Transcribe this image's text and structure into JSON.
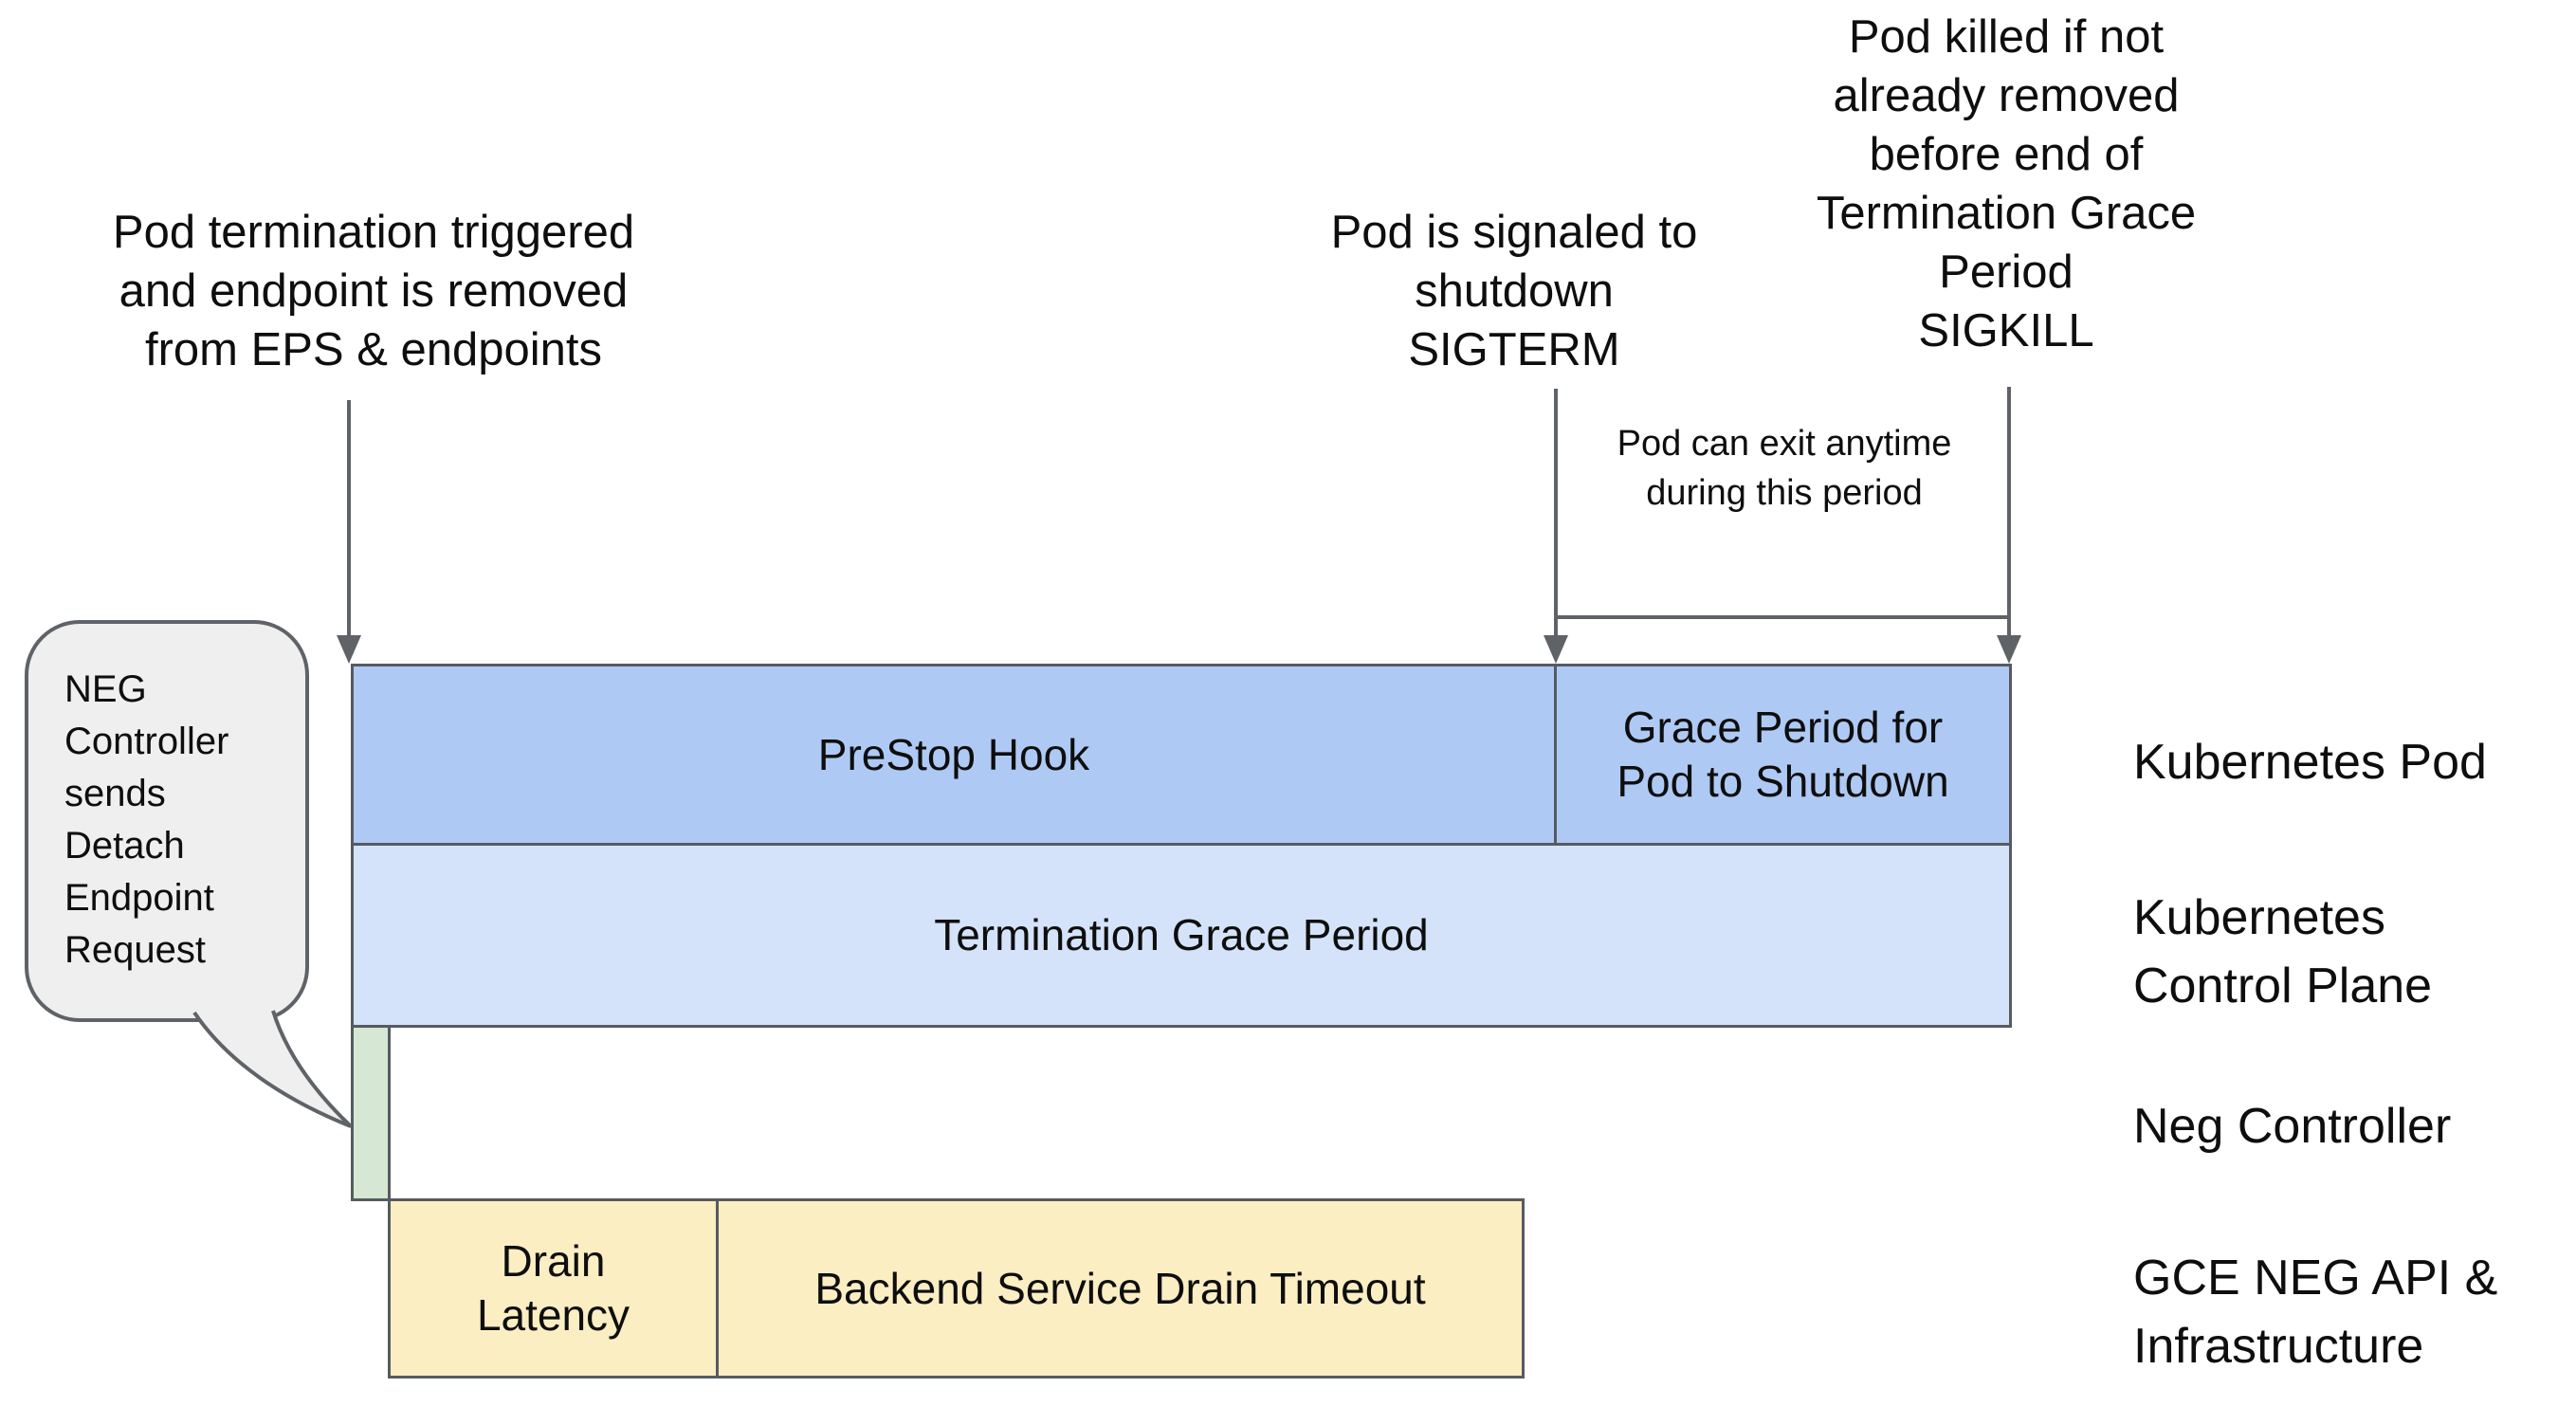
{
  "colors": {
    "bar-blue": "#aecaf4",
    "bar-lightblue": "#d5e3fa",
    "bar-green": "#d6e8d4",
    "bar-yellow": "#fbeec3",
    "bubble": "#efefef",
    "line": "#5f6368",
    "border": "#565b61",
    "text": "#0e0e0e"
  },
  "annotations": {
    "pod_termination": {
      "lines": [
        "Pod termination triggered",
        "and endpoint is removed",
        "from EPS & endpoints"
      ]
    },
    "sigterm": {
      "lines": [
        "Pod is signaled to",
        "shutdown",
        "SIGTERM"
      ]
    },
    "sigkill": {
      "lines": [
        "Pod killed if not",
        "already removed",
        "before end of",
        "Termination Grace",
        "Period",
        "SIGKILL"
      ]
    },
    "pod_can_exit": {
      "lines": [
        "Pod can exit anytime",
        "during this period"
      ]
    }
  },
  "bubble": {
    "lines": [
      "NEG",
      "Controller",
      "sends",
      "Detach",
      "Endpoint",
      "Request"
    ]
  },
  "timeline": {
    "prestop_label": "PreStop Hook",
    "grace_period": {
      "lines": [
        "Grace Period for",
        "Pod to Shutdown"
      ]
    },
    "termination_label": "Termination Grace Period",
    "drain_latency": {
      "lines": [
        "Drain",
        "Latency"
      ]
    },
    "backend_label": "Backend Service Drain Timeout"
  },
  "lane_labels": {
    "kubernetes_pod": "Kubernetes Pod",
    "control_plane": {
      "lines": [
        "Kubernetes",
        "Control Plane"
      ]
    },
    "neg_controller": "Neg Controller",
    "gce": {
      "lines": [
        "GCE NEG API &",
        "Infrastructure"
      ]
    }
  }
}
